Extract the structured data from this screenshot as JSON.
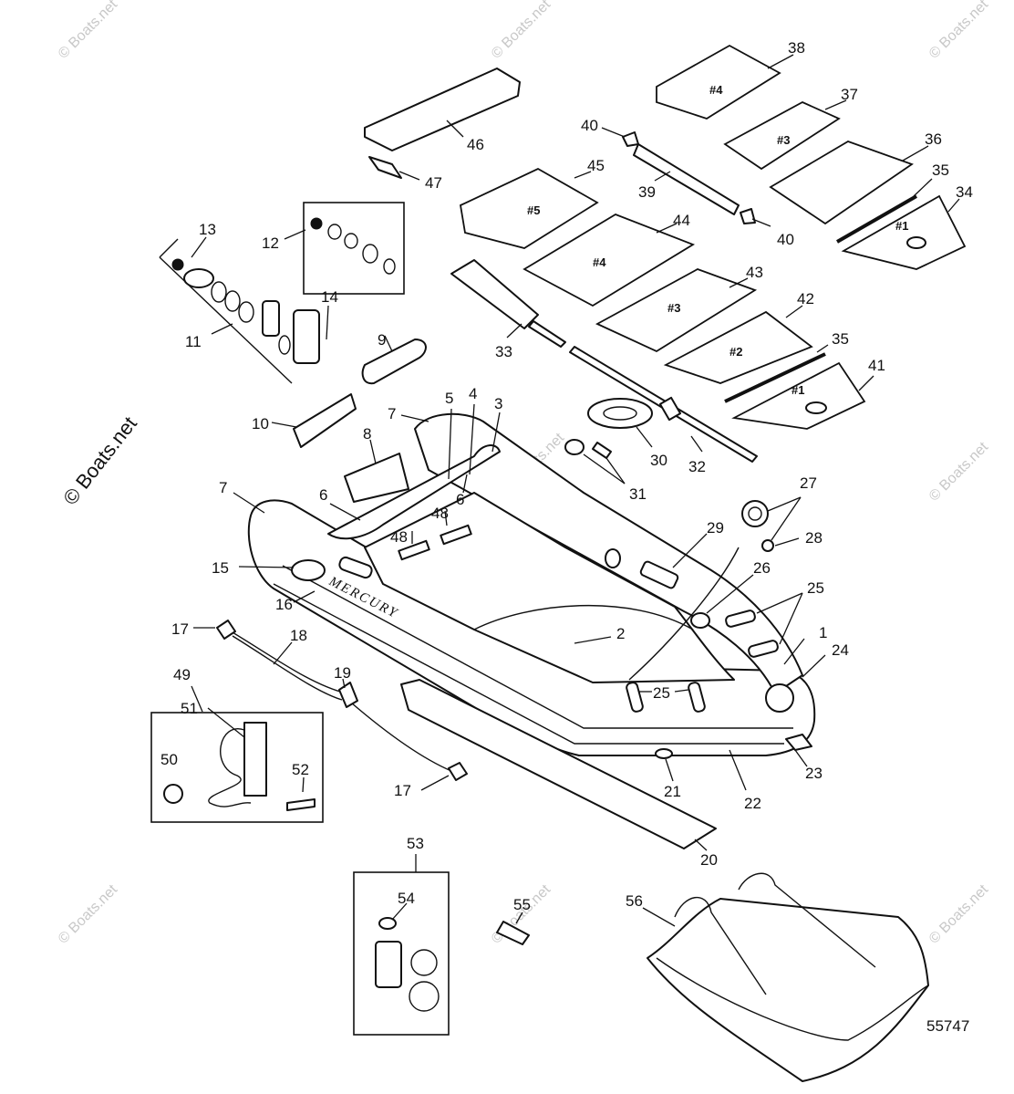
{
  "figure_number": "55747",
  "copyright": "© Boats.net",
  "watermark": "© Boats.net",
  "brand_text": "MERCURY",
  "callouts": {
    "c1": "1",
    "c2": "2",
    "c3": "3",
    "c4": "4",
    "c5": "5",
    "c6a": "6",
    "c6b": "6",
    "c7a": "7",
    "c7b": "7",
    "c8": "8",
    "c9": "9",
    "c10": "10",
    "c11": "11",
    "c12": "12",
    "c13": "13",
    "c14": "14",
    "c15": "15",
    "c16": "16",
    "c17a": "17",
    "c17b": "17",
    "c18": "18",
    "c19": "19",
    "c20": "20",
    "c21": "21",
    "c22": "22",
    "c23": "23",
    "c24": "24",
    "c25a": "25",
    "c25b": "25",
    "c26": "26",
    "c27": "27",
    "c28": "28",
    "c29": "29",
    "c30": "30",
    "c31": "31",
    "c32": "32",
    "c33": "33",
    "c34": "34",
    "c35a": "35",
    "c35b": "35",
    "c36": "36",
    "c37": "37",
    "c38": "38",
    "c39": "39",
    "c40a": "40",
    "c40b": "40",
    "c41": "41",
    "c42": "42",
    "c43": "43",
    "c44": "44",
    "c45": "45",
    "c46": "46",
    "c47": "47",
    "c48a": "48",
    "c48b": "48",
    "c49": "49",
    "c50": "50",
    "c51": "51",
    "c52": "52",
    "c53": "53",
    "c54": "54",
    "c55": "55",
    "c56": "56"
  },
  "mat_tags": {
    "m38": "#4",
    "m37": "#3",
    "m45": "#5",
    "m44": "#4",
    "m43": "#3",
    "m42": "#2",
    "m41": "#1",
    "m34": "#1"
  }
}
